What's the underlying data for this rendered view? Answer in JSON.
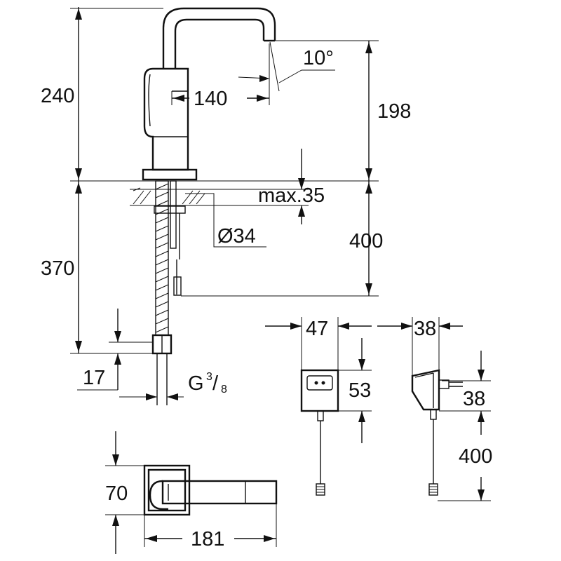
{
  "dimensions": {
    "total_height": "240",
    "spout_height": "198",
    "reach": "140",
    "angle": "10°",
    "max_thickness": "max.35",
    "hole_diameter": "Ø34",
    "hose_length": "400",
    "hose_reach": "370",
    "nut_height": "17",
    "thread_main": "G",
    "thread_num": "3",
    "thread_den": "8",
    "transformer1_width": "47",
    "transformer1_height": "53",
    "transformer2_width": "38",
    "transformer2_height": "38",
    "cable_length": "400",
    "base_size": "70",
    "top_length": "181"
  }
}
